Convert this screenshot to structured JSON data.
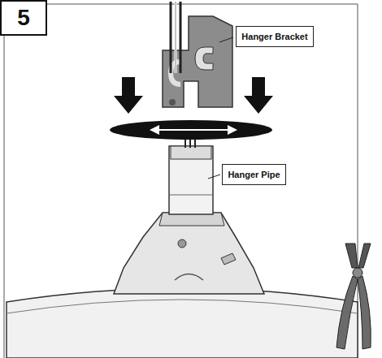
{
  "diagram": {
    "nodes": [
      {
        "text": [
          "5"
        ]
      },
      {
        "text": [
          "Hanger Bracket"
        ]
      },
      {
        "text": [
          "Hanger Pipe"
        ]
      }
    ]
  }
}
